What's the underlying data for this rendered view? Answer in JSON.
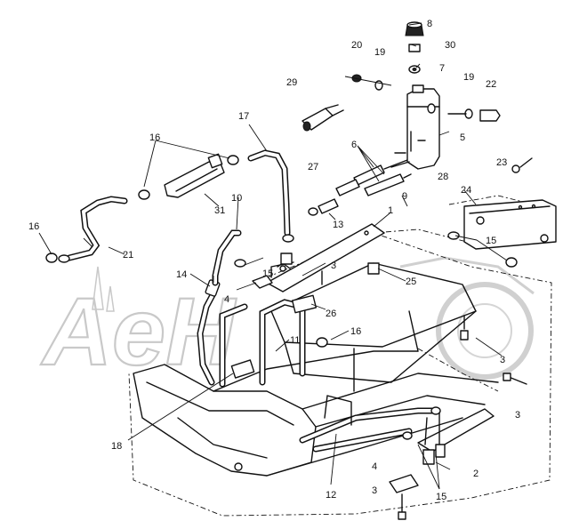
{
  "watermark": "AeH",
  "callouts": [
    "8",
    "30",
    "20",
    "19",
    "7",
    "29",
    "19",
    "22",
    "5",
    "17",
    "16",
    "6",
    "27",
    "28",
    "23",
    "24",
    "31",
    "10",
    "13",
    "1",
    "9",
    "21",
    "16",
    "15",
    "15",
    "14",
    "4",
    "25",
    "3",
    "26",
    "11",
    "16",
    "3",
    "18",
    "3",
    "12",
    "4",
    "2",
    "3",
    "15"
  ]
}
